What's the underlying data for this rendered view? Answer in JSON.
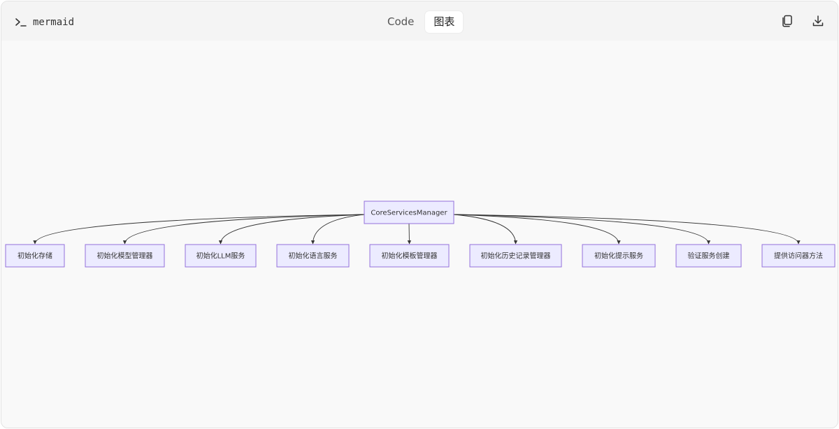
{
  "header": {
    "language_label": "mermaid",
    "tabs": [
      {
        "label": "Code",
        "active": false
      },
      {
        "label": "图表",
        "active": true
      }
    ],
    "icons": [
      "terminal-prompt-icon",
      "copy-icon",
      "download-icon"
    ]
  },
  "diagram": {
    "type": "flowchart",
    "root": "CoreServicesManager",
    "children": [
      "初始化存储",
      "初始化模型管理器",
      "初始化LLM服务",
      "初始化语言服务",
      "初始化模板管理器",
      "初始化历史记录管理器",
      "初始化提示服务",
      "验证服务创建",
      "提供访问器方法"
    ],
    "colors": {
      "node_fill": "#ecebff",
      "node_stroke": "#9370db",
      "edge": "#333333"
    }
  }
}
